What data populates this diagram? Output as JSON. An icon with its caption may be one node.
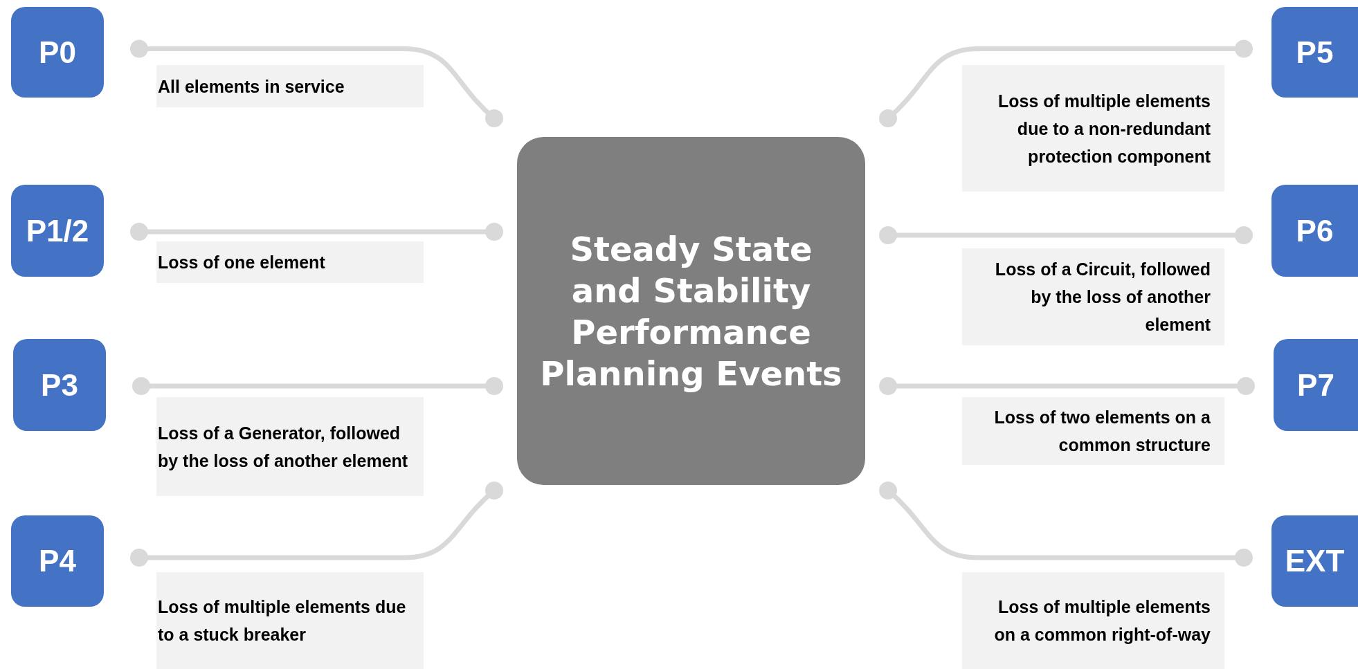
{
  "diagram": {
    "nodes": [
      {
        "text": [
          "Steady State and Stability Performance Planning Events"
        ]
      },
      {
        "text": [
          "P0"
        ]
      },
      {
        "text": [
          "All elements in service"
        ]
      },
      {
        "text": [
          "P1/2"
        ]
      },
      {
        "text": [
          "Loss of one element"
        ]
      },
      {
        "text": [
          "P3"
        ]
      },
      {
        "text": [
          "Loss of a Generator, followed by the loss of another element"
        ]
      },
      {
        "text": [
          "P4"
        ]
      },
      {
        "text": [
          "Loss of multiple elements due to a stuck breaker"
        ]
      },
      {
        "text": [
          "P5"
        ]
      },
      {
        "text": [
          "Loss of multiple elements due to a non-redundant protection component"
        ]
      },
      {
        "text": [
          "P6"
        ]
      },
      {
        "text": [
          "Loss of a Circuit, followed by the loss of another element"
        ]
      },
      {
        "text": [
          "P7"
        ]
      },
      {
        "text": [
          "Loss of two elements on a common structure"
        ]
      },
      {
        "text": [
          "EXT"
        ]
      },
      {
        "text": [
          "Loss of multiple elements on a common right-of-way"
        ]
      }
    ],
    "edges": [
      {
        "from": 1,
        "to": 0,
        "arrow": "other"
      },
      {
        "from": 3,
        "to": 0,
        "arrow": "other"
      },
      {
        "from": 5,
        "to": 0,
        "arrow": "other"
      },
      {
        "from": 7,
        "to": 0,
        "arrow": "other"
      },
      {
        "from": 9,
        "to": 0,
        "arrow": "other"
      },
      {
        "from": 11,
        "to": 0,
        "arrow": "other"
      },
      {
        "from": 13,
        "to": 0,
        "arrow": "other"
      },
      {
        "from": 15,
        "to": 0,
        "arrow": "other"
      }
    ]
  }
}
